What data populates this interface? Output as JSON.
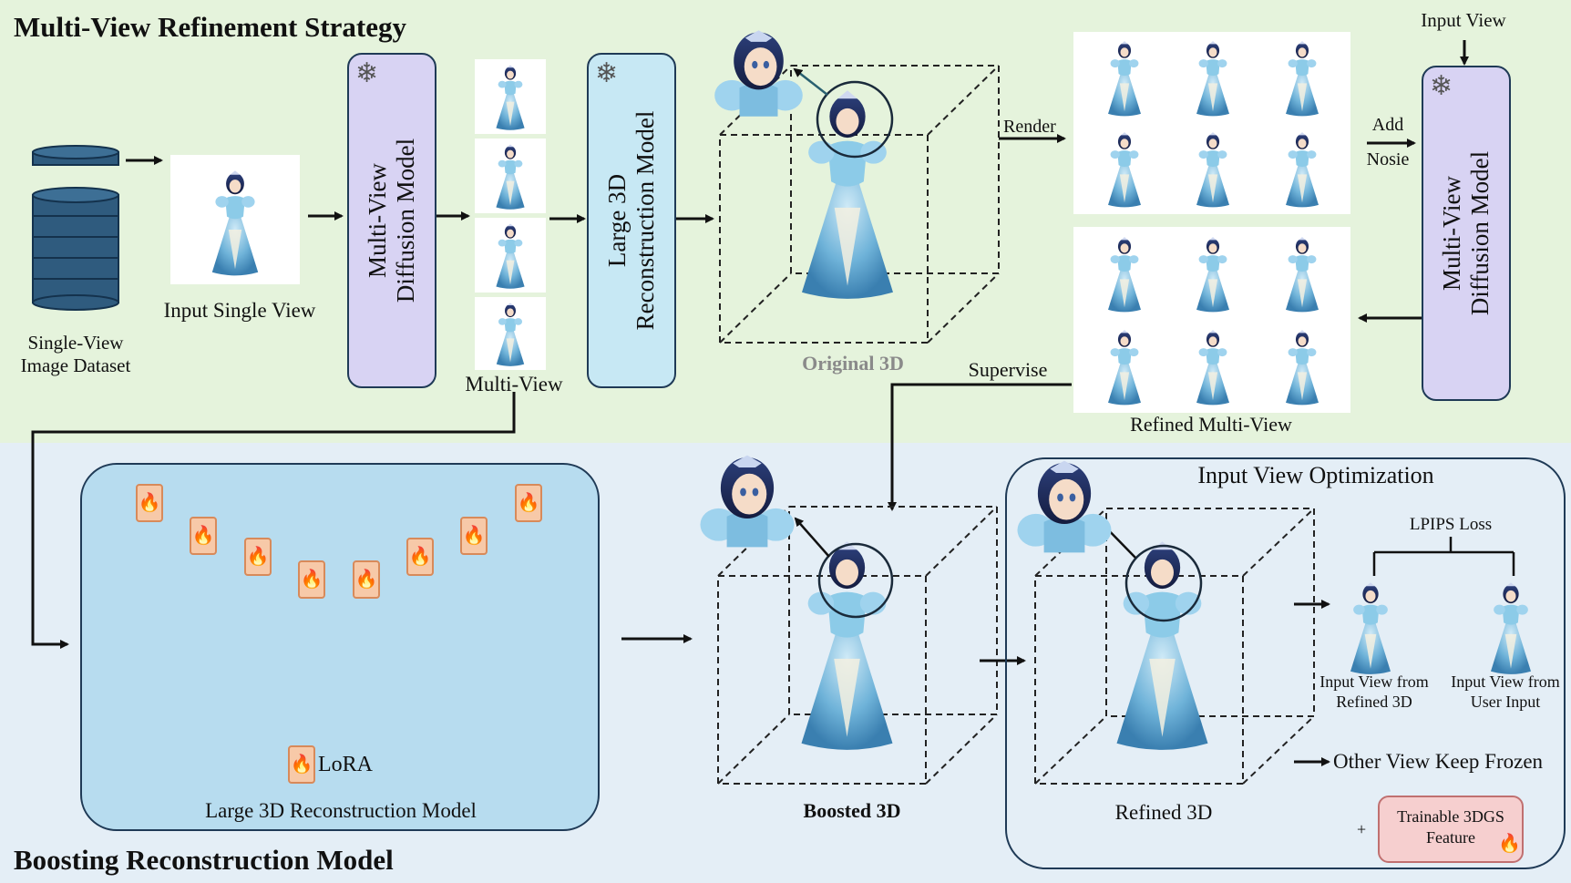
{
  "sections": {
    "top_title": "Multi-View Refinement Strategy",
    "bottom_title": "Boosting Reconstruction Model"
  },
  "labels": {
    "dataset_line1": "Single-View",
    "dataset_line2": "Image Dataset",
    "input_single_view": "Input Single View",
    "mv_diffusion_line1": "Multi-View",
    "mv_diffusion_line2": "Diffusion Model",
    "multi_view": "Multi-View",
    "lrm_line1": "Large 3D",
    "lrm_line2": "Reconstruction Model",
    "original_3d": "Original 3D",
    "render": "Render",
    "input_view": "Input View",
    "add": "Add",
    "nosie": "Nosie",
    "refined_multi_view": "Refined Multi-View",
    "supervise": "Supervise",
    "lora": "LoRA",
    "lrm_full": "Large 3D Reconstruction Model",
    "boosted_3d": "Boosted 3D",
    "input_view_optimization": "Input View Optimization",
    "refined_3d": "Refined 3D",
    "lpips_loss": "LPIPS Loss",
    "iv_refined_line1": "Input View from",
    "iv_refined_line2": "Refined 3D",
    "iv_user_line1": "Input View from",
    "iv_user_line2": "User Input",
    "other_view_frozen": "Other View Keep Frozen",
    "plus": "+",
    "trainable_line1": "Trainable 3DGS",
    "trainable_line2": "Feature"
  },
  "icons": {
    "frozen": "snowflake-icon",
    "trainable": "flame-icon",
    "dataset": "database-icon"
  },
  "colors": {
    "top_panel_bg": "#e5f3dc",
    "bottom_panel_bg": "#e4eef6",
    "diffusion_box": "#d8d3f3",
    "lrm_box": "#c7e8f4",
    "lrm_big_box": "#b7dcef",
    "lora_tag": "#f7c9a8",
    "trainable_box": "#f6cfcf",
    "stroke": "#1f3a56"
  }
}
